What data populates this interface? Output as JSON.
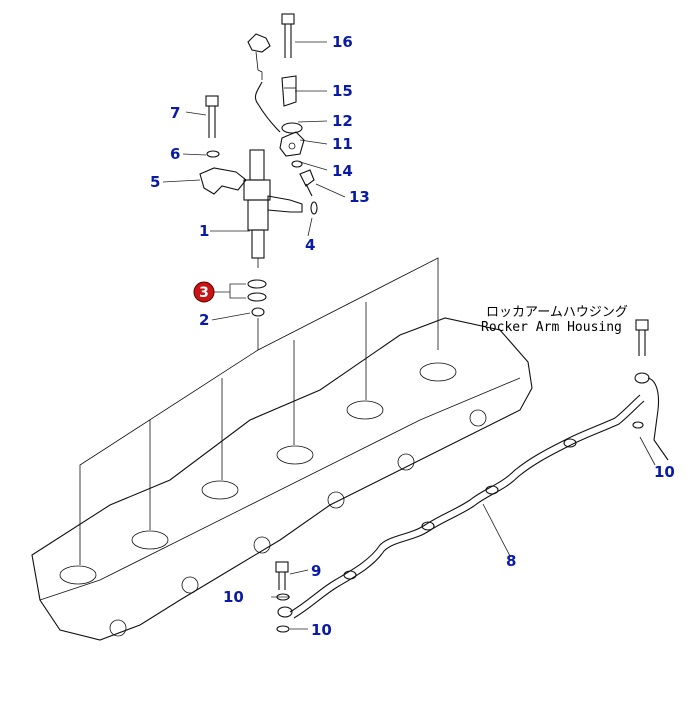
{
  "diagram": {
    "callouts": [
      {
        "id": "16",
        "label": "16"
      },
      {
        "id": "15",
        "label": "15"
      },
      {
        "id": "12",
        "label": "12"
      },
      {
        "id": "11",
        "label": "11"
      },
      {
        "id": "14",
        "label": "14"
      },
      {
        "id": "13",
        "label": "13"
      },
      {
        "id": "7",
        "label": "7"
      },
      {
        "id": "6",
        "label": "6"
      },
      {
        "id": "5",
        "label": "5"
      },
      {
        "id": "1",
        "label": "1"
      },
      {
        "id": "4",
        "label": "4"
      },
      {
        "id": "3",
        "label": "3",
        "highlighted": true
      },
      {
        "id": "2",
        "label": "2"
      },
      {
        "id": "10a",
        "label": "10"
      },
      {
        "id": "8",
        "label": "8"
      },
      {
        "id": "9",
        "label": "9"
      },
      {
        "id": "10b",
        "label": "10"
      },
      {
        "id": "10c",
        "label": "10"
      }
    ],
    "housing_label_jp": "ロッカアームハウジング",
    "housing_label_en": "Rocker Arm Housing",
    "colors": {
      "callout": "#0a1aa8",
      "highlight": "#c81414",
      "line": "#111111"
    }
  }
}
